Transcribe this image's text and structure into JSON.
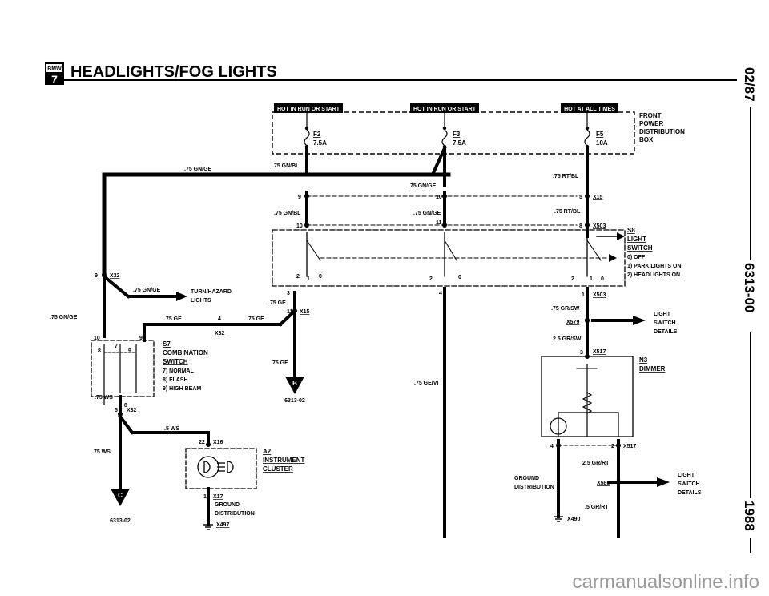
{
  "header": {
    "badge_top": "BMW",
    "badge_bottom": "7",
    "title": "HEADLIGHTS/FOG LIGHTS"
  },
  "side": {
    "date": "02/87",
    "code": "6313-00",
    "year": "1988"
  },
  "watermark": "carmanualsonline.info",
  "power_box": {
    "tag_left": "HOT IN RUN OR START",
    "tag_mid": "HOT IN RUN OR START",
    "tag_right": "HOT AT ALL TIMES",
    "fuse1_id": "F2",
    "fuse1_rating": "7.5A",
    "fuse2_id": "F3",
    "fuse2_rating": "7.5A",
    "fuse3_id": "F5",
    "fuse3_rating": "10A",
    "name_1": "FRONT",
    "name_2": "POWER",
    "name_3": "DISTRIBUTION",
    "name_4": "BOX"
  },
  "wires": {
    "w_gnge_top": ".75 GN/GE",
    "w_gnbl_top": ".75 GN/BL",
    "w_gnge_mid": ".75 GN/GE",
    "w_rtbl_top": ".75 RT/BL",
    "w_gnbl_2": ".75 GN/BL",
    "w_gnge_2": ".75 GN/GE",
    "w_rtbl_2": ".75 RT/BL",
    "w_gnge_turn": ".75 GN/GE",
    "w_gnge_left": ".75 GN/GE",
    "w_ge_1": ".75 GE",
    "w_ge_2": ".75 GE",
    "w_ge_3": ".75 GE",
    "w_ge_4": ".75 GE",
    "w_ws_1": ".75 WS",
    "w_ws_2": ".5 WS",
    "w_ws_3": ".75 WS",
    "w_gevi": ".75 GE/VI",
    "w_grsw_1": ".75 GR/SW",
    "w_grsw_2": "2.5 GR/SW",
    "w_grrt_1": "2.5 GR/RT",
    "w_grrt_2": ".5 GR/RT"
  },
  "connectors": {
    "x15": "X15",
    "x503": "X503",
    "x32": "X32",
    "x16": "X16",
    "x17": "X17",
    "x497": "X497",
    "x579": "X579",
    "x517": "X517",
    "x580": "X580",
    "x490": "X490",
    "p9": "9",
    "p10": "10",
    "p11": "11",
    "p5": "5",
    "p8": "8",
    "p1": "1",
    "p3": "3",
    "p4": "4",
    "p2": "2",
    "p22": "22",
    "p7": "7",
    "p0": "0"
  },
  "switch_s8": {
    "id": "S8",
    "name_1": "LIGHT",
    "name_2": "SWITCH",
    "pos_0": "0) OFF",
    "pos_1": "1) PARK LIGHTS ON",
    "pos_2": "2) HEADLIGHTS ON"
  },
  "switch_s7": {
    "id": "S7",
    "name_1": "COMBINATION",
    "name_2": "SWITCH",
    "pos_7": "7) NORMAL",
    "pos_8": "8) FLASH",
    "pos_9": "9) HIGH BEAM"
  },
  "turn_hazard": {
    "line1": "TURN/HAZARD",
    "line2": "LIGHTS"
  },
  "light_switch_details_1": {
    "line1": "LIGHT",
    "line2": "SWITCH",
    "line3": "DETAILS"
  },
  "light_switch_details_2": {
    "line1": "LIGHT",
    "line2": "SWITCH",
    "line3": "DETAILS"
  },
  "dimmer": {
    "id": "N3",
    "name": "DIMMER"
  },
  "cluster": {
    "id": "A2",
    "name_1": "INSTRUMENT",
    "name_2": "CLUSTER"
  },
  "ground_dist_1": {
    "line1": "GROUND",
    "line2": "DISTRIBUTION"
  },
  "ground_dist_2": {
    "line1": "GROUND",
    "line2": "DISTRIBUTION"
  },
  "offpage": {
    "b_label": "B",
    "b_ref": "6313-02",
    "c_label": "C",
    "c_ref": "6313-02"
  }
}
